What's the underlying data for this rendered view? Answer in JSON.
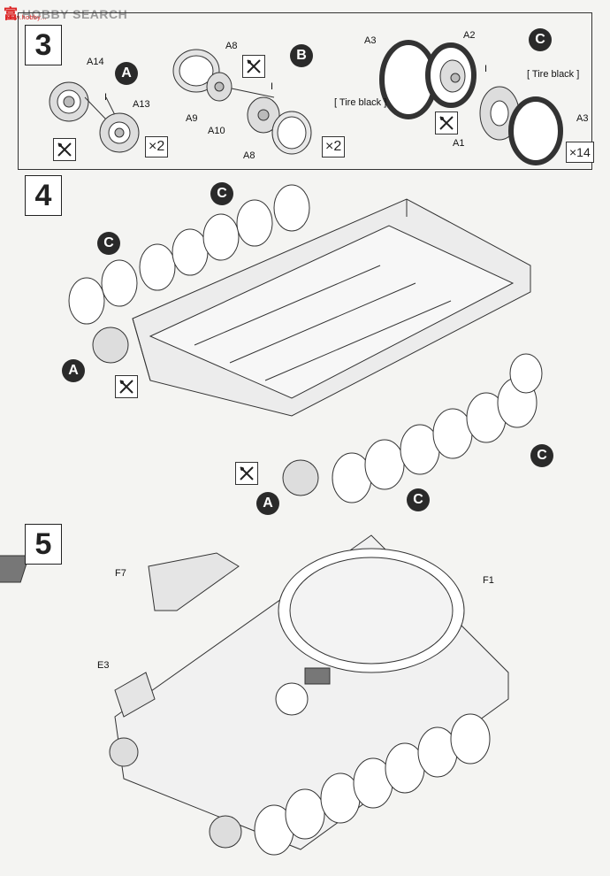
{
  "watermark": {
    "text": "HOBBY SEARCH",
    "prefix": "富",
    "sub": "www.hobby..."
  },
  "steps": [
    {
      "number": "3"
    },
    {
      "number": "4"
    },
    {
      "number": "5"
    }
  ],
  "step3": {
    "subassemblies": [
      {
        "letter": "A",
        "labels": [
          "A14",
          "I",
          "A13"
        ],
        "multiplier": "×2"
      },
      {
        "letter": "B",
        "labels": [
          "A8",
          "I",
          "A9",
          "A10",
          "A8"
        ],
        "multiplier": "×2"
      },
      {
        "letter": "C",
        "labels": [
          "A3",
          "A2",
          "I",
          "A1",
          "A3"
        ],
        "multiplier": "×14",
        "notes": [
          "[ Tire black ]",
          "[ Tire black ]"
        ]
      }
    ]
  },
  "step4": {
    "callouts": [
      "C",
      "C",
      "A",
      "A",
      "C",
      "C"
    ]
  },
  "step5": {
    "labels": [
      "F7",
      "F1",
      "E3"
    ]
  }
}
